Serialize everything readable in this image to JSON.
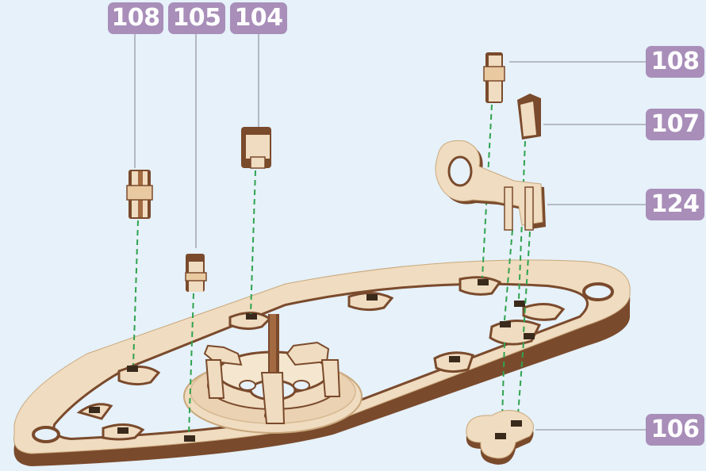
{
  "colors": {
    "background": "#e6f1f9",
    "badge": "#a88eb9",
    "badge_text": "#ffffff",
    "wood_light": "#f0dcc0",
    "wood_dark": "#7a4a2c",
    "guide_line": "#2fa34e",
    "leader_line": "#9a9aa6"
  },
  "labels": {
    "top_left": [
      "108",
      "105",
      "104"
    ],
    "right": [
      "108",
      "107",
      "124",
      "106"
    ]
  },
  "parts": [
    {
      "icon": "small-peg-108-icon"
    },
    {
      "icon": "small-peg-105-icon"
    },
    {
      "icon": "small-peg-104-icon"
    },
    {
      "icon": "small-peg-108-right-icon"
    },
    {
      "icon": "small-peg-107-icon"
    },
    {
      "icon": "key-shaped-part-124-icon"
    },
    {
      "icon": "clover-foot-part-106-icon"
    },
    {
      "icon": "oval-base-frame-icon"
    }
  ]
}
